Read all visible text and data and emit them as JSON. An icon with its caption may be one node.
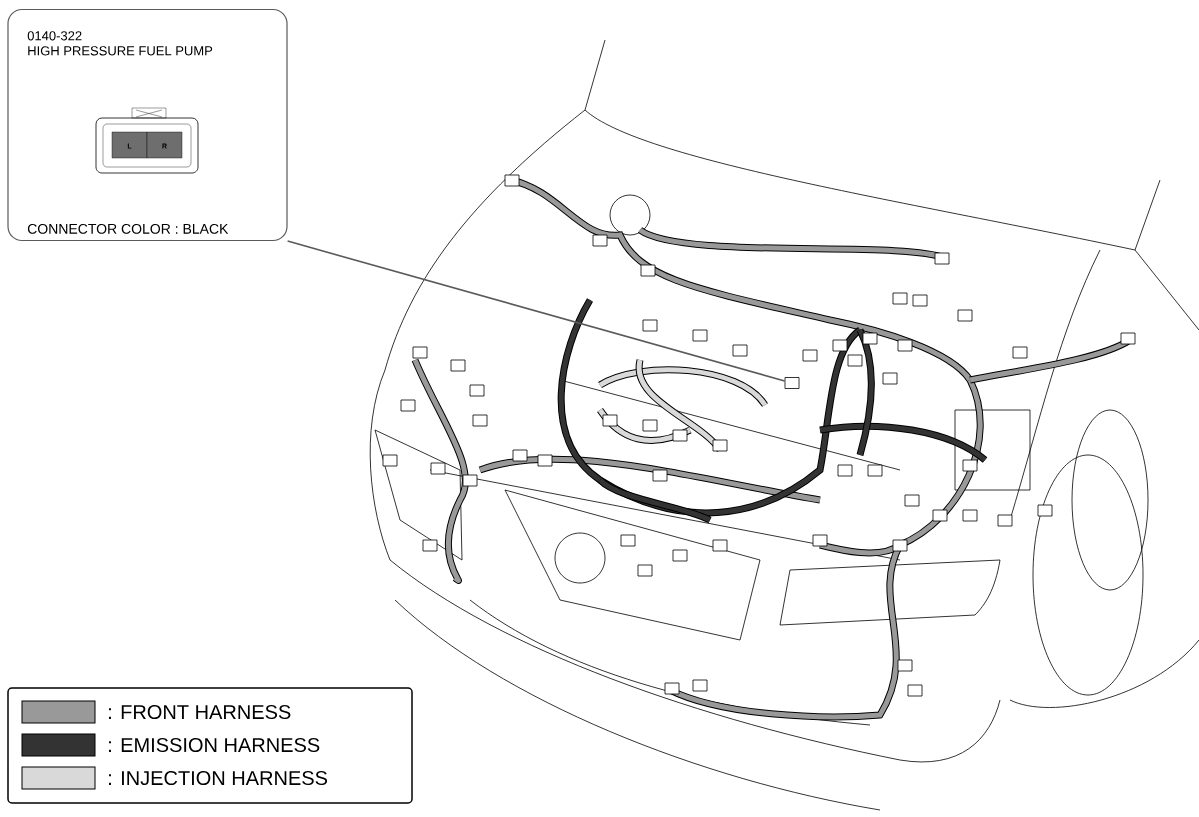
{
  "diagram": {
    "nodes": [
      {
        "text": [
          "0140-322",
          "HIGH PRESSURE FUEL PUMP",
          "CONNECTOR COLOR : BLACK"
        ]
      },
      {
        "text": [],
        "shape": "box"
      }
    ],
    "edges": [
      {
        "from": 0,
        "to": 1,
        "arrow": "none"
      }
    ],
    "labels": [
      "L",
      "R"
    ],
    "legend": [
      {
        "text": ": FRONT HARNESS",
        "color": "#999999"
      },
      {
        "text": ": EMISSION HARNESS",
        "color": "#333333"
      },
      {
        "text": ": INJECTION HARNESS",
        "color": "#d9d9d9"
      }
    ]
  }
}
